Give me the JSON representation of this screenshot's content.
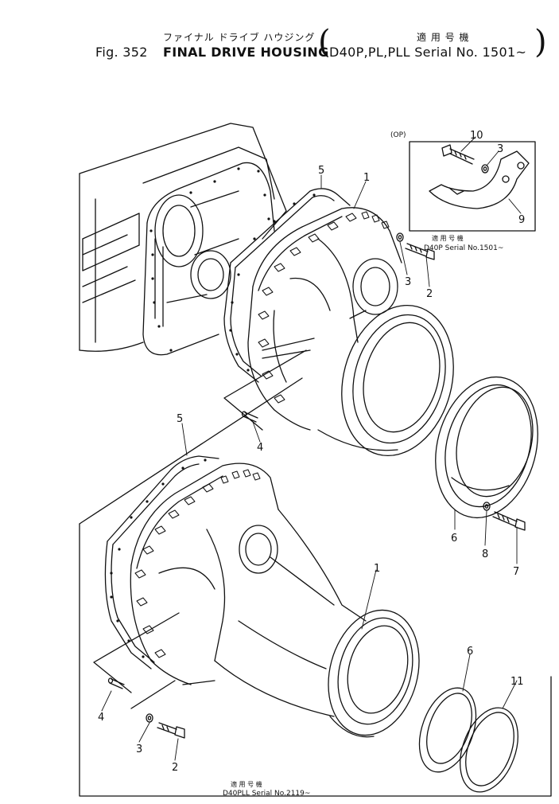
{
  "header": {
    "title_jp": "ファイナル ドライブ ハウジング",
    "fig_label": "Fig. 352",
    "title_en": "FINAL DRIVE HOUSING",
    "applicable_jp": "適 用 号 機",
    "applicable_models": "D40P,PL,PLL Serial No. 1501~"
  },
  "diagram": {
    "top_assembly": {
      "callouts": [
        "1",
        "2",
        "3",
        "4",
        "5",
        "6",
        "7",
        "8"
      ],
      "note_jp": "適 用 号 機",
      "note_serial": "D40P Serial No.1501~"
    },
    "inset": {
      "label": "(OP)",
      "callouts": [
        "10",
        "3",
        "9"
      ]
    },
    "bottom_assembly": {
      "callouts": [
        "5",
        "1",
        "6",
        "11",
        "4",
        "3",
        "2"
      ],
      "note_jp": "適 用 号 機",
      "note_serial": "D40PLL Serial No.2119~"
    }
  }
}
